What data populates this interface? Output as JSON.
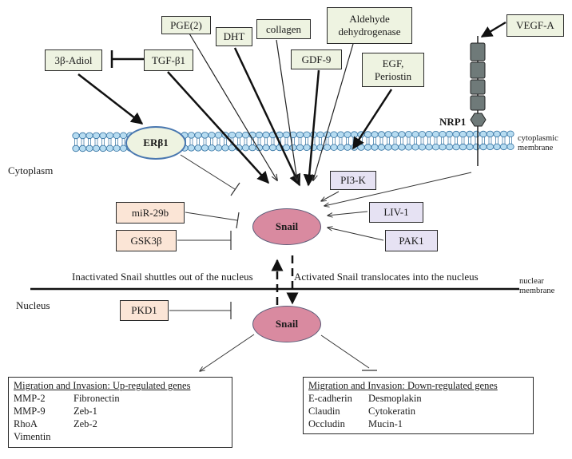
{
  "regions": {
    "cytoplasm": "Cytoplasm",
    "nucleus": "Nucleus",
    "cytoplasmic_membrane": [
      "cytoplasmic",
      "membrane"
    ],
    "nuclear_membrane": [
      "nuclear",
      "membrane"
    ]
  },
  "receptors": {
    "erb1": "ERβ1",
    "nrp1": "NRP1"
  },
  "snail": {
    "cytoplasm_label": "Snail",
    "nucleus_label": "Snail"
  },
  "shuttle": {
    "out_text": "Inactivated Snail shuttles out of the nucleus",
    "in_text": "Activated Snail translocates into the nucleus"
  },
  "activators": {
    "pge2": "PGE(2)",
    "dht": "DHT",
    "collagen": "collagen",
    "aldehyde": [
      "Aldehyde",
      "dehydrogenase"
    ],
    "gdf9": "GDF-9",
    "egf": [
      "EGF,",
      "Periostin"
    ],
    "tgfb1": "TGF-β1",
    "adiol": "3β-Adiol",
    "vegfa": "VEGF-A",
    "pi3k": "PI3-K",
    "liv1": "LIV-1",
    "pak1": "PAK1"
  },
  "inhibitors": {
    "mir29b": "miR-29b",
    "gsk3b": "GSK3β",
    "pkd1": "PKD1"
  },
  "up_genes": {
    "title": "Migration and Invasion: Up-regulated genes",
    "rows": [
      [
        "MMP-2",
        "Fibronectin"
      ],
      [
        "MMP-9",
        "Zeb-1"
      ],
      [
        "RhoA",
        "Zeb-2"
      ],
      [
        "Vimentin",
        ""
      ]
    ]
  },
  "down_genes": {
    "title": "Migration and Invasion: Down-regulated genes",
    "rows": [
      [
        "E-cadherin",
        "Desmoplakin"
      ],
      [
        "Claudin",
        "Cytokeratin"
      ],
      [
        "Occludin",
        "Mucin-1"
      ]
    ]
  },
  "colors": {
    "activator_box": "#eef3e1",
    "kinase_box": "#e6e2f3",
    "inhibitor_box": "#fbe5d6",
    "snail": "#d98aa0",
    "membrane": "#b7dcf1",
    "receptor_border": "#4a78b0",
    "nrp1": "#6f7a79"
  }
}
